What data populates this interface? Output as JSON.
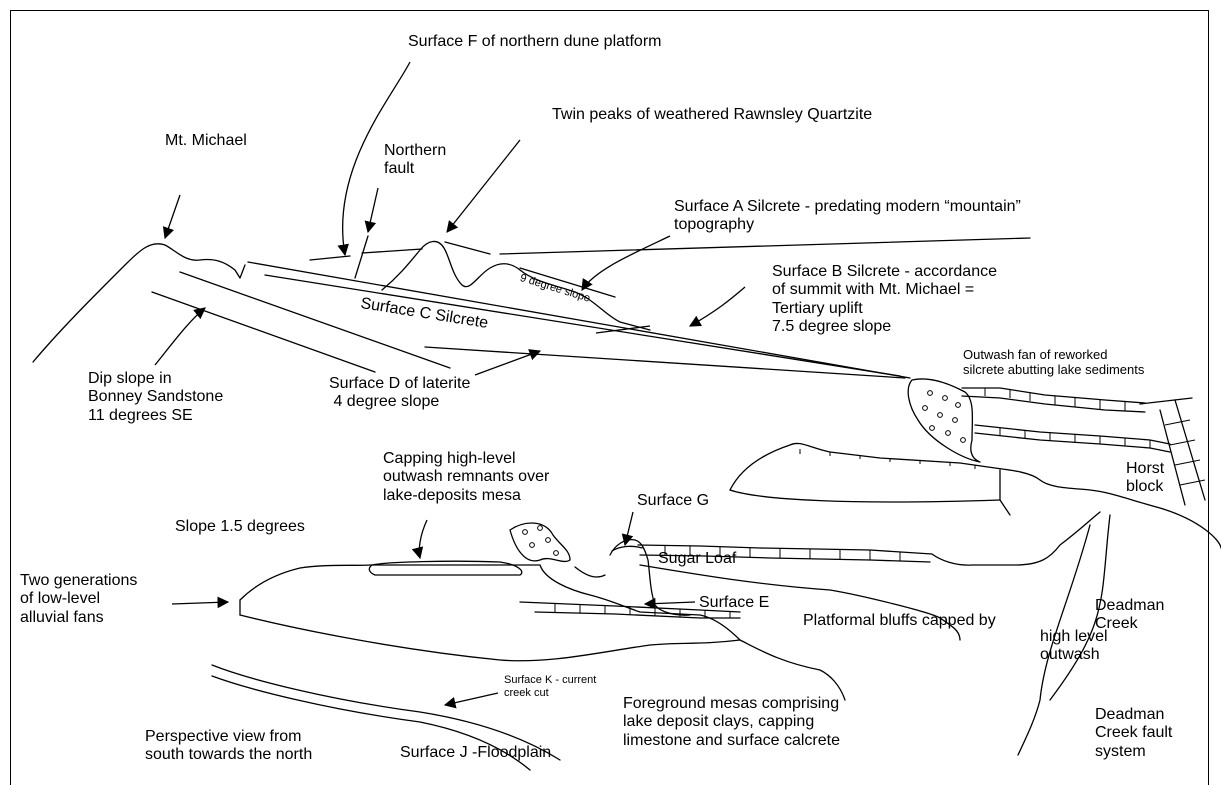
{
  "labels": {
    "surface_f": "Surface F of northern dune platform",
    "twin_peaks": "Twin peaks of weathered Rawnsley Quartzite",
    "mt_michael": "Mt. Michael",
    "northern_fault": "Northern\nfault",
    "surface_a": "Surface A Silcrete - predating modern “mountain”\ntopography",
    "nine_degree": "9 degree slope",
    "surface_b": "Surface B Silcrete - accordance\nof summit with Mt. Michael =\nTertiary uplift\n7.5 degree slope",
    "surface_c": "Surface C Silcrete",
    "dip_slope": "Dip slope in\nBonney Sandstone\n11 degrees SE",
    "surface_d": "Surface D of laterite\n 4 degree slope",
    "outwash_fan": "Outwash fan of reworked\nsilcrete abutting lake sediments",
    "capping": "Capping high-level\noutwash remnants over\nlake-deposits mesa",
    "surface_g": "Surface G",
    "horst": "Horst\nblock",
    "slope_15": "Slope 1.5 degrees",
    "sugar_loaf": "Sugar Loaf",
    "two_generations": "Two generations\nof low-level\nalluvial fans",
    "surface_e": "Surface E",
    "platformal": "Platformal bluffs capped by",
    "high_level": "high level\noutwash",
    "deadman_creek": "Deadman\nCreek",
    "surface_k": "Surface K - current\ncreek cut",
    "foreground": "Foreground mesas comprising\nlake deposit clays, capping\nlimestone and surface calcrete",
    "perspective": "Perspective view from\nsouth towards the north",
    "surface_j": "Surface J -Floodplain",
    "fault_system": "Deadman\nCreek fault\nsystem"
  }
}
